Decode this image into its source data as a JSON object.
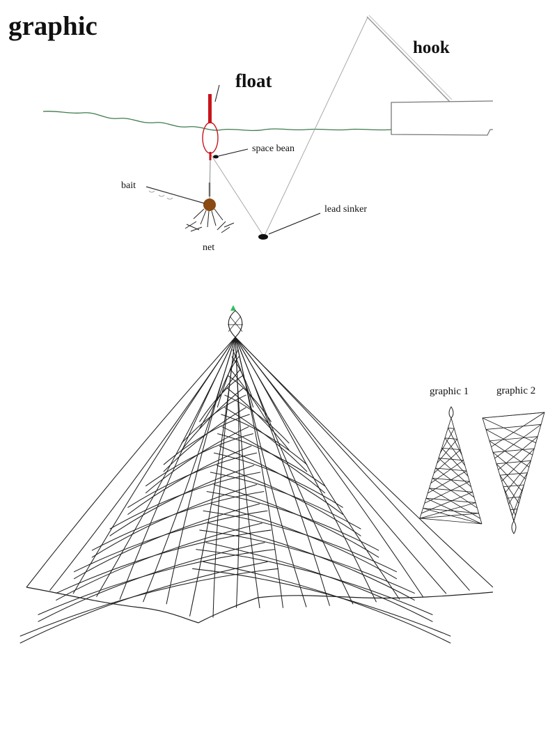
{
  "diagram": {
    "heading": "graphic",
    "labels": {
      "hook": "hook",
      "float": "float",
      "space_bean": "space bean",
      "bait": "bait",
      "lead_sinker": "lead sinker",
      "net": "net"
    },
    "net_views": {
      "graphic_1": "graphic 1",
      "graphic_2": "graphic 2"
    }
  },
  "colors": {
    "water_line": "#3f7a4e",
    "float": "#c8141c",
    "bait": "#8a4a12",
    "line": "#9a9a9a",
    "net": "#1e1e1e",
    "tip_marker": "#2fbf5a"
  }
}
